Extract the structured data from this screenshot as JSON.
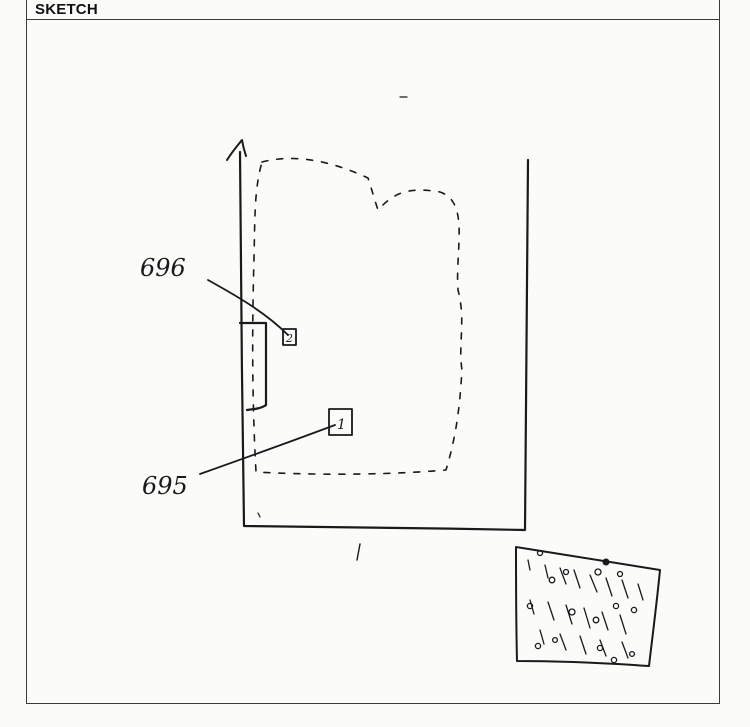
{
  "section": {
    "title": "SKETCH"
  },
  "sketch": {
    "callouts": [
      {
        "label": "696",
        "marker": "2"
      },
      {
        "label": "695",
        "marker": "1"
      }
    ]
  },
  "colors": {
    "ink": "#1a1a1a",
    "paper": "#fbfbfa",
    "rule": "#3a3a3a"
  }
}
